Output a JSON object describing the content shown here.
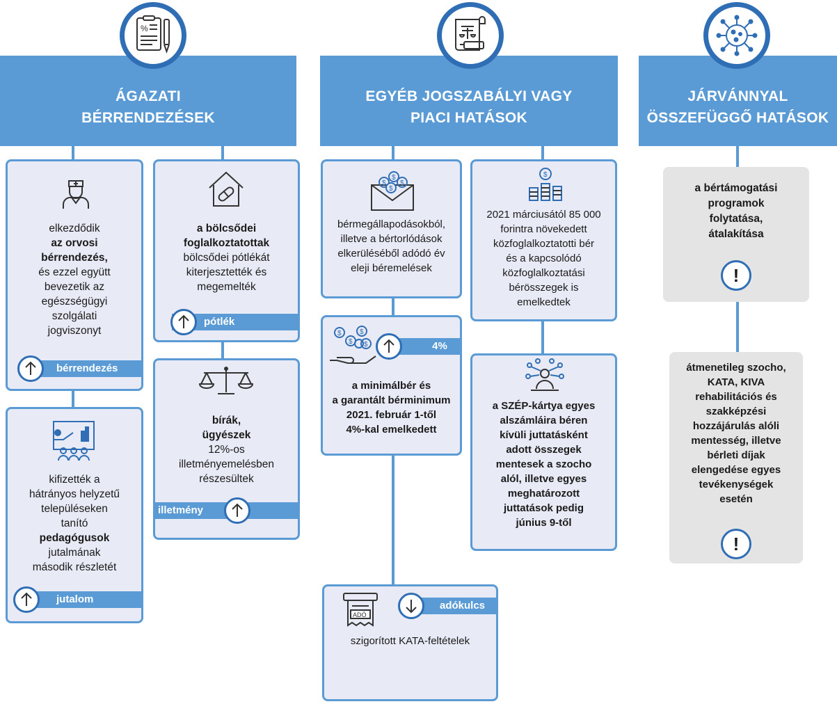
{
  "columns": [
    {
      "title_line1": "ÁGAZATI",
      "title_line2": "BÉRRENDEZÉSEK",
      "icon": "document-percent-pen-icon"
    },
    {
      "title_line1": "EGYÉB JOGSZABÁLYI VAGY",
      "title_line2": "PIACI HATÁSOK",
      "icon": "law-scroll-scales-icon"
    },
    {
      "title_line1": "JÁRVÁNNYAL",
      "title_line2": "ÖSSZEFÜGGŐ HATÁSOK",
      "icon": "virus-icon"
    }
  ],
  "cards": {
    "orvosi": {
      "l1": "elkezdődik",
      "l2": "az orvosi",
      "l3": "bérrendezés,",
      "l4": "és ezzel együtt",
      "l5": "bevezetik az",
      "l6": "egészségügyi",
      "l7": "szolgálati",
      "l8": "jogviszonyt",
      "tag": "bérrendezés",
      "direction": "up"
    },
    "bolcsode": {
      "l1": "a bölcsődei",
      "l2": "foglalkoztatottak",
      "l3": "bölcsődei pótlékát",
      "l4": "kiterjesztették és",
      "l5": "megemelték",
      "tag": "pótlék",
      "direction": "up"
    },
    "birak": {
      "l1": "bírák,",
      "l2": "ügyészek",
      "l3": "12%-os",
      "l4": "illetményemelésben",
      "l5": "részesültek",
      "tag": "illetmény",
      "direction": "up"
    },
    "pedagogus": {
      "l1": "kifizették a",
      "l2": "hátrányos helyzetű",
      "l3": "településeken",
      "l4": "tanító",
      "l5": "pedagógusok",
      "l6": "jutalmának",
      "l7": "második részletét",
      "tag": "jutalom",
      "direction": "up"
    },
    "bermegall": {
      "l1": "bérmegállapodásokból,",
      "l2": "illetve a bértorlódások",
      "l3": "elkerüléséből adódó év",
      "l4": "eleji béremelések"
    },
    "minimalber": {
      "l1": "a minimálbér és",
      "l2": "a garantált bérminimum",
      "l3": "2021. február 1-től",
      "l4": "4%-kal emelkedett",
      "tag": "4%",
      "direction": "up"
    },
    "kozfogl": {
      "l1": "2021 márciusától 85 000",
      "l2": "forintra növekedett",
      "l3": "közfoglalkoztatotti bér",
      "l4": "és a kapcsolódó",
      "l5": "közfoglalkoztatási",
      "l6": "bérösszegek is",
      "l7": "emelkedtek"
    },
    "szep": {
      "l1": "a SZÉP-kártya egyes",
      "l2": "alszámláira béren",
      "l3": "kívüli juttatásként",
      "l4": "adott összegek",
      "l5": "mentesek a szocho",
      "l6": "alól, illetve egyes",
      "l7": "meghatározott",
      "l8": "juttatások pedig",
      "l9": "június 9-től"
    },
    "kata": {
      "l1": "szigorított KATA-feltételek",
      "tag": "adókulcs",
      "direction": "down",
      "icon_label": "ADÓ"
    },
    "bertam": {
      "l1": "a bértámogatási",
      "l2": "programok",
      "l3": "folytatása,",
      "l4": "átalakítása",
      "mark": "!"
    },
    "atmeneti": {
      "l1": "átmenetileg szocho,",
      "l2": "KATA, KIVA",
      "l3": "rehabilitációs és",
      "l4": "szakképzési",
      "l5": "hozzájárulás alóli",
      "l6": "mentesség, illetve",
      "l7": "bérleti díjak",
      "l8": "elengedése egyes",
      "l9": "tevékenységek",
      "l10": "esetén",
      "mark": "!"
    }
  },
  "colors": {
    "accent": "#5b9bd5",
    "dark": "#2f6eb5",
    "card_bg": "#e8ebf5",
    "gray_bg": "#e4e4e4"
  }
}
